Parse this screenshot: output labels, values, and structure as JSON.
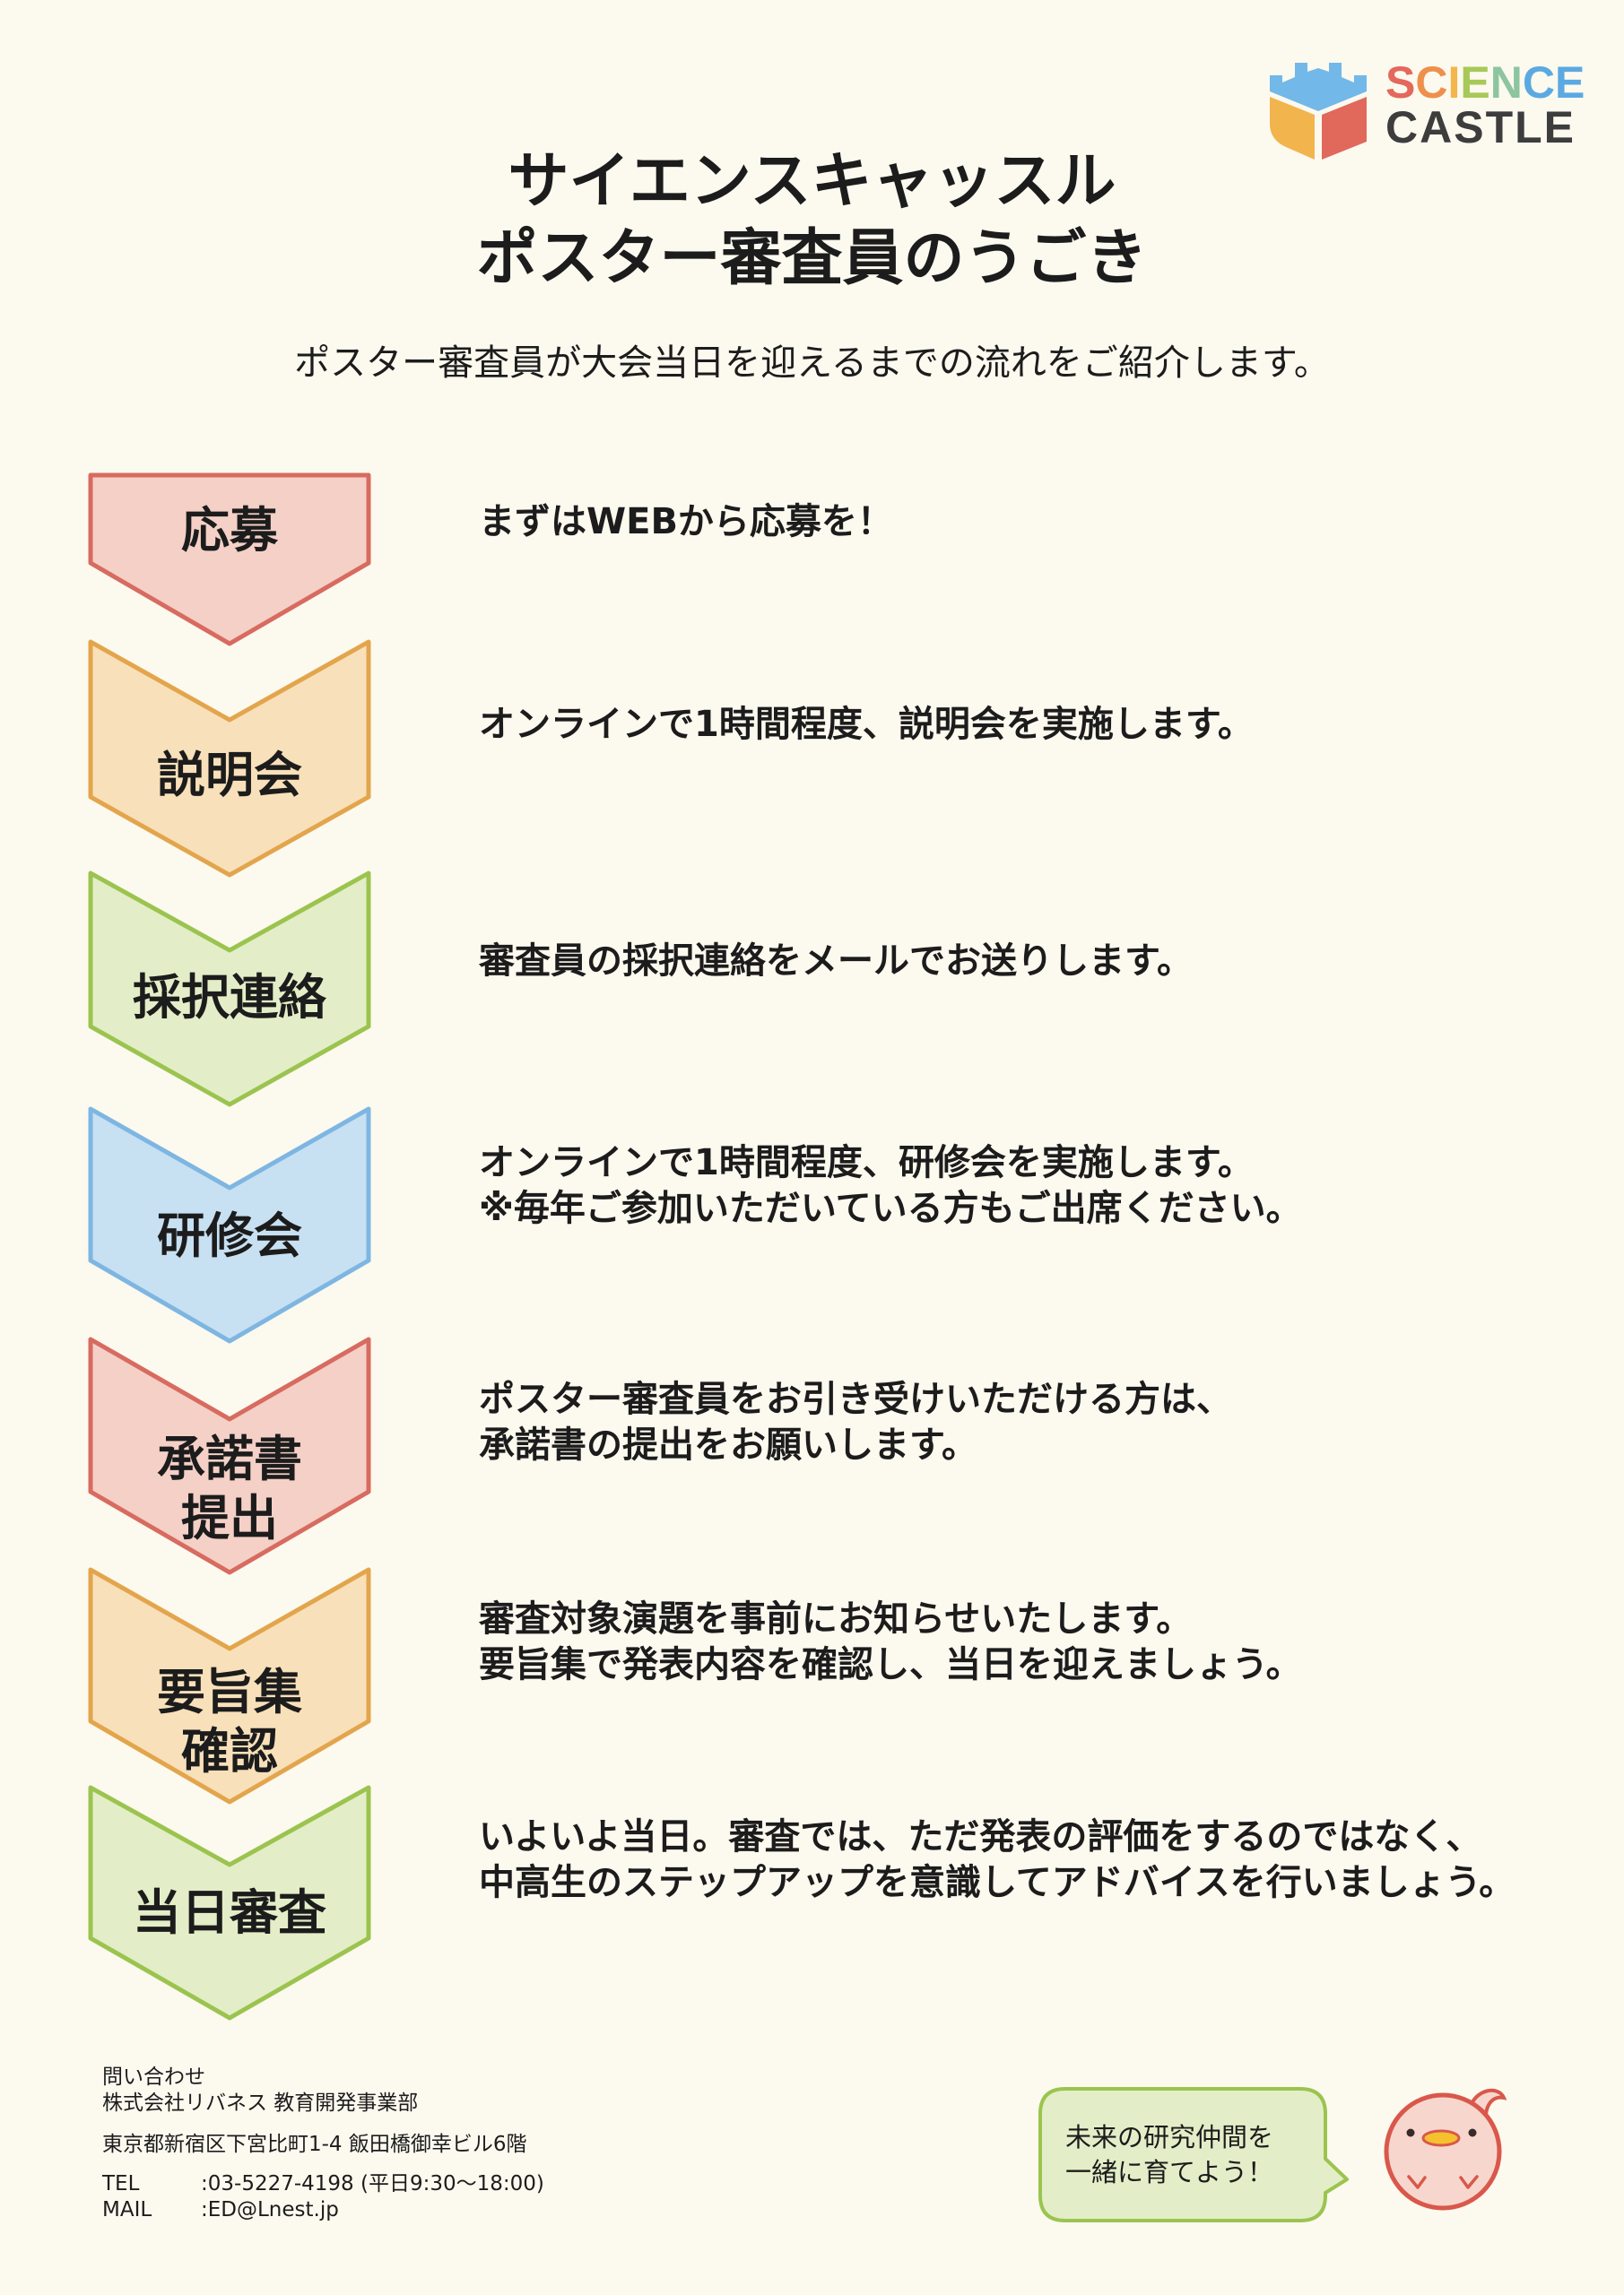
{
  "page_background": "#fcf9ef",
  "logo": {
    "line1": "SCIENCE",
    "line1_colors": [
      "#e4685b",
      "#ee904b",
      "#f2b64c",
      "#a7c958",
      "#8cc5a0",
      "#5ba9e1",
      "#5ba9e1"
    ],
    "line2": "CASTLE",
    "line2_color": "#3d3d3d",
    "icon": "castle-block-icon",
    "icon_colors": {
      "top": "#72b8e8",
      "left": "#f2b44d",
      "right": "#e0695b"
    }
  },
  "title": {
    "line1": "サイエンスキャッスル",
    "line2": "ポスター審査員のうごき"
  },
  "subtitle": "ポスター審査員が大会当日を迎えるまでの流れをご紹介します。",
  "steps": [
    {
      "label_lines": [
        "応募"
      ],
      "description_lines": [
        "まずはWEBから応募を！"
      ],
      "fill": "#f4d0c7",
      "stroke": "#d86b60"
    },
    {
      "label_lines": [
        "説明会"
      ],
      "description_lines": [
        "オンラインで1時間程度、説明会を実施します。"
      ],
      "fill": "#f8e0ba",
      "stroke": "#e3a54c"
    },
    {
      "label_lines": [
        "採択連絡"
      ],
      "description_lines": [
        "審査員の採択連絡をメールでお送りします。"
      ],
      "fill": "#e3eec8",
      "stroke": "#9bc44f"
    },
    {
      "label_lines": [
        "研修会"
      ],
      "description_lines": [
        "オンラインで1時間程度、研修会を実施します。",
        "※毎年ご参加いただいている方もご出席ください。"
      ],
      "fill": "#c7e0f2",
      "stroke": "#7eb6e2"
    },
    {
      "label_lines": [
        "承諾書",
        "提出"
      ],
      "description_lines": [
        "ポスター審査員をお引き受けいただける方は、",
        "承諾書の提出をお願いします。"
      ],
      "fill": "#f4d0c7",
      "stroke": "#d86b60"
    },
    {
      "label_lines": [
        "要旨集",
        "確認"
      ],
      "description_lines": [
        "審査対象演題を事前にお知らせいたします。",
        "要旨集で発表内容を確認し、当日を迎えましょう。"
      ],
      "fill": "#f8e0ba",
      "stroke": "#e3a54c"
    },
    {
      "label_lines": [
        "当日審査"
      ],
      "description_lines": [
        "いよいよ当日。審査では、ただ発表の評価をするのではなく、",
        "中高生のステップアップを意識してアドバイスを行いましょう。"
      ],
      "fill": "#e3eec8",
      "stroke": "#9bc44f"
    }
  ],
  "contact": {
    "heading": "問い合わせ",
    "organization": "株式会社リバネス 教育開発事業部",
    "address": "東京都新宿区下宮比町1-4 飯田橋御幸ビル6階",
    "tel_label": "TEL",
    "tel_value": ":03-5227-4198 (平日9:30～18:00)",
    "mail_label": "MAIL",
    "mail_value": ":ED@Lnest.jp"
  },
  "speech_bubble": {
    "lines": [
      "未来の研究仲間を",
      "一緒に育てよう！"
    ],
    "fill": "#e3eec8",
    "stroke": "#9bc44f"
  },
  "mascot": {
    "icon": "chick-mascot-icon",
    "body_color": "#f7d7cd",
    "outline_color": "#d9584b",
    "beak_color": "#f5c12f"
  }
}
